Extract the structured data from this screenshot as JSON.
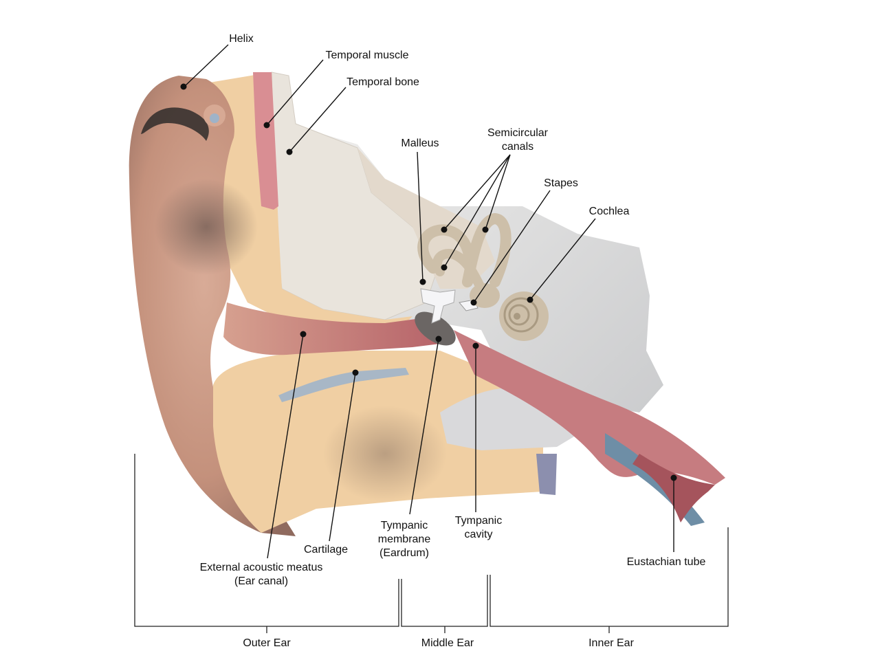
{
  "labels": {
    "helix": "Helix",
    "temporal_muscle": "Temporal muscle",
    "temporal_bone": "Temporal bone",
    "malleus": "Malleus",
    "semicircular_1": "Semicircular",
    "semicircular_2": "canals",
    "stapes": "Stapes",
    "cochlea": "Cochlea",
    "eam_1": "External acoustic meatus",
    "eam_2": "(Ear canal)",
    "cartilage": "Cartilage",
    "tm_1": "Tympanic",
    "tm_2": "membrane",
    "tm_3": "(Eardrum)",
    "tc_1": "Tympanic",
    "tc_2": "cavity",
    "eustachian": "Eustachian tube"
  },
  "sections": {
    "outer": "Outer Ear",
    "middle": "Middle Ear",
    "inner": "Inner Ear"
  },
  "colors": {
    "skin": "#c99a86",
    "cartilage": "#f0cfa3",
    "bone": "#e6e2dc",
    "muscle": "#d98e93",
    "canal_tissue": "#b96c6f",
    "inner_structures": "#cdbfa9",
    "fluid_blue": "#9fb3c8"
  }
}
